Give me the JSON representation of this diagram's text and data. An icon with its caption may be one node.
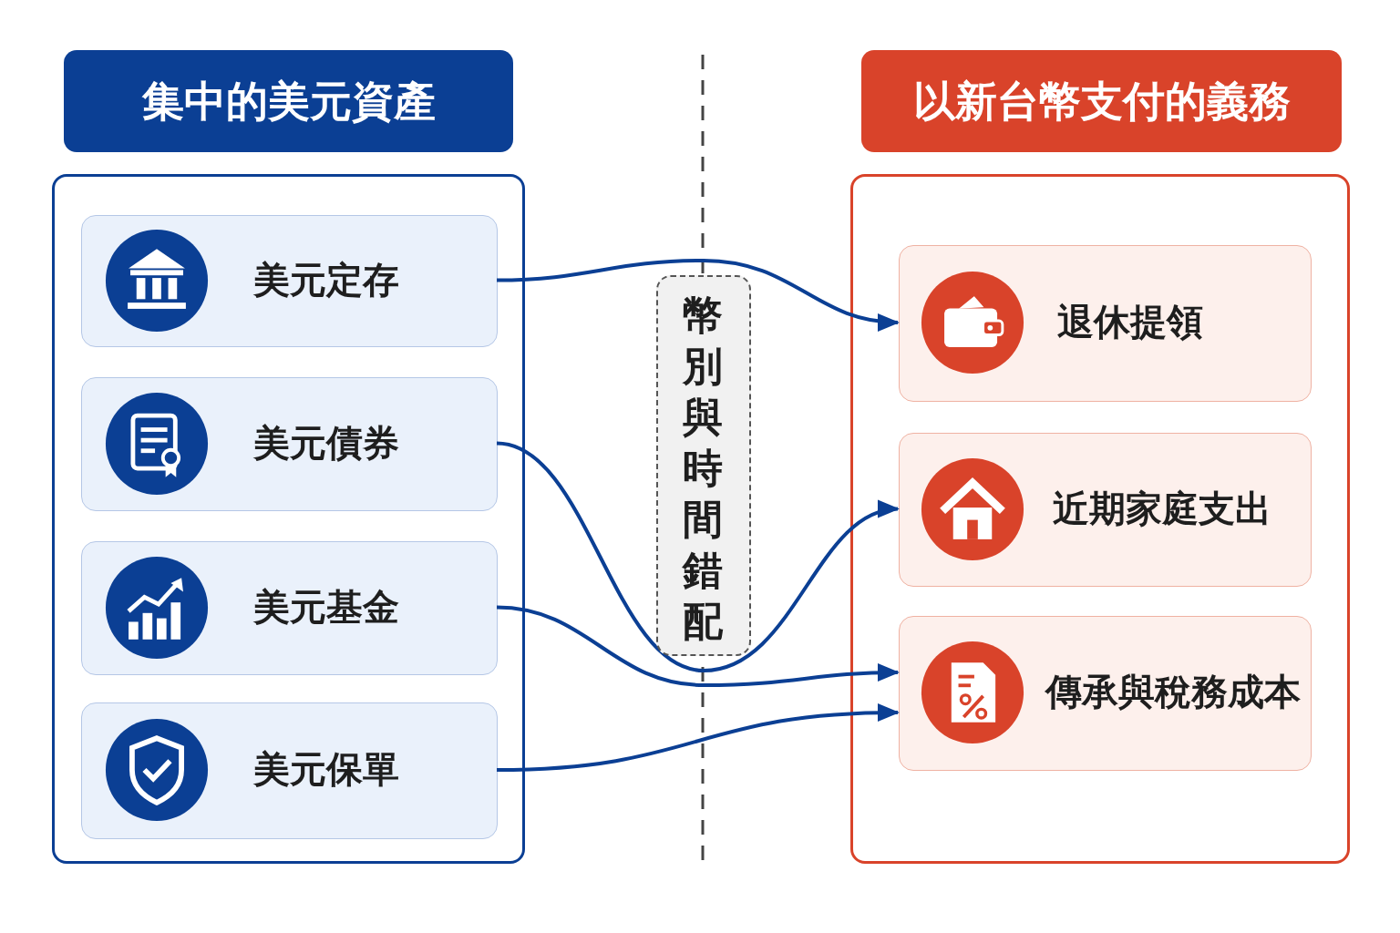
{
  "diagram": {
    "nodes": [
      {
        "text": [
          "集中的美元資產"
        ]
      },
      {
        "text": [],
        "shape": "box"
      },
      {
        "text": [
          "美元定存"
        ],
        "in": 1
      },
      {
        "text": [
          "美元債券"
        ],
        "in": 1
      },
      {
        "text": [
          "美元基金"
        ],
        "in": 1
      },
      {
        "text": [
          "美元保單"
        ],
        "in": 1
      },
      {
        "text": [
          "幣別與時間錯配"
        ]
      },
      {
        "text": [
          "以新台幣支付的義務"
        ]
      },
      {
        "text": [],
        "shape": "box"
      },
      {
        "text": [
          "退休提領"
        ],
        "in": 8
      },
      {
        "text": [
          "近期家庭支出"
        ],
        "in": 8
      },
      {
        "text": [
          "傳承與稅務成本"
        ],
        "in": 8
      }
    ],
    "edges": [
      {
        "from": 2,
        "to": 9,
        "arrow": "to"
      },
      {
        "from": 3,
        "to": 10,
        "arrow": "to"
      },
      {
        "from": 4,
        "to": 11,
        "arrow": "to"
      },
      {
        "from": 5,
        "to": 11,
        "arrow": "to"
      }
    ]
  }
}
